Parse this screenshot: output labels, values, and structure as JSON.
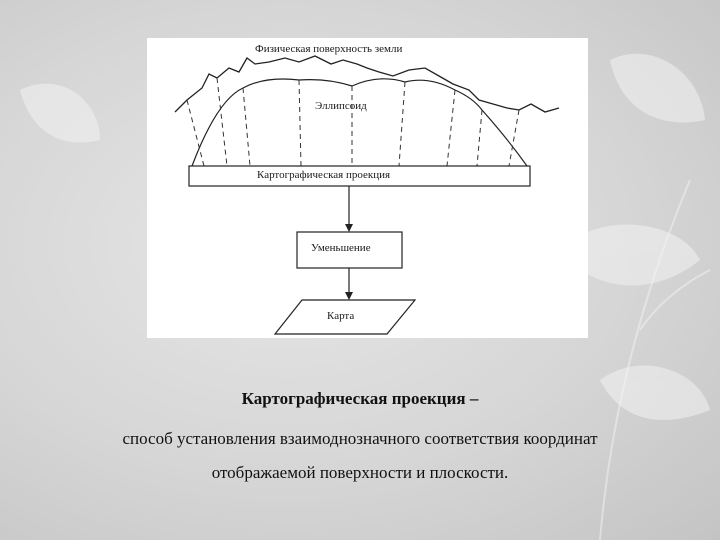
{
  "diagram": {
    "surface_label": "Физическая поверхность земли",
    "ellipsoid_label": "Эллипсоид",
    "projection_label": "Картографическая проекция",
    "reduction_label": "Уменьшение",
    "map_label": "Карта"
  },
  "caption": {
    "title": "Картографическая проекция –",
    "line1": "способ установления взаимоднозначного соответствия координат",
    "line2": "отображаемой поверхности и плоскости."
  }
}
